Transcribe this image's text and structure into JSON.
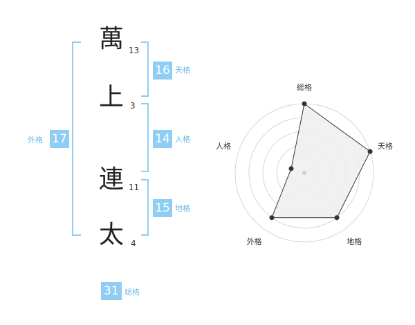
{
  "name": {
    "chars": [
      {
        "char": "萬",
        "strokes": "13"
      },
      {
        "char": "上",
        "strokes": "3"
      },
      {
        "char": "連",
        "strokes": "11"
      },
      {
        "char": "太",
        "strokes": "4"
      }
    ]
  },
  "kaku": {
    "tenkaku": {
      "value": "16",
      "label": "天格"
    },
    "jinkaku": {
      "value": "14",
      "label": "人格"
    },
    "chikaku": {
      "value": "15",
      "label": "地格"
    },
    "gaikaku": {
      "value": "17",
      "label": "外格"
    },
    "soukaku": {
      "value": "31",
      "label": "総格"
    }
  },
  "colors": {
    "accent": "#8fcdf5",
    "bracket": "#8fcdf5",
    "radar_fill": "#eeeeee",
    "radar_line": "#333333"
  },
  "chart_data": {
    "type": "radar",
    "axes": [
      "総格",
      "天格",
      "地格",
      "外格",
      "人格"
    ],
    "values": [
      5,
      5,
      4,
      4,
      1
    ],
    "max": 5
  }
}
